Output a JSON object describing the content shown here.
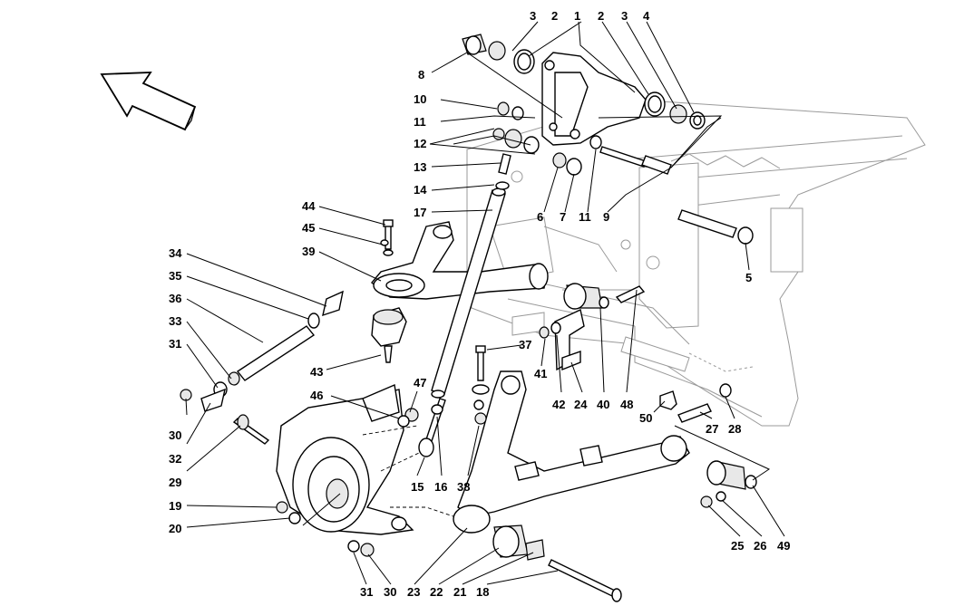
{
  "diagram": {
    "callouts": [
      {
        "id": "c1",
        "text": "1"
      },
      {
        "id": "c2a",
        "text": "2"
      },
      {
        "id": "c2b",
        "text": "2"
      },
      {
        "id": "c3a",
        "text": "3"
      },
      {
        "id": "c3b",
        "text": "3"
      },
      {
        "id": "c4",
        "text": "4"
      },
      {
        "id": "c5",
        "text": "5"
      },
      {
        "id": "c6",
        "text": "6"
      },
      {
        "id": "c7",
        "text": "7"
      },
      {
        "id": "c8",
        "text": "8"
      },
      {
        "id": "c9",
        "text": "9"
      },
      {
        "id": "c10",
        "text": "10"
      },
      {
        "id": "c11a",
        "text": "11"
      },
      {
        "id": "c11b",
        "text": "11"
      },
      {
        "id": "c12",
        "text": "12"
      },
      {
        "id": "c13",
        "text": "13"
      },
      {
        "id": "c14",
        "text": "14"
      },
      {
        "id": "c15",
        "text": "15"
      },
      {
        "id": "c16",
        "text": "16"
      },
      {
        "id": "c17",
        "text": "17"
      },
      {
        "id": "c18",
        "text": "18"
      },
      {
        "id": "c19",
        "text": "19"
      },
      {
        "id": "c20",
        "text": "20"
      },
      {
        "id": "c21",
        "text": "21"
      },
      {
        "id": "c22",
        "text": "22"
      },
      {
        "id": "c23",
        "text": "23"
      },
      {
        "id": "c24",
        "text": "24"
      },
      {
        "id": "c25",
        "text": "25"
      },
      {
        "id": "c26",
        "text": "26"
      },
      {
        "id": "c27",
        "text": "27"
      },
      {
        "id": "c28",
        "text": "28"
      },
      {
        "id": "c29",
        "text": "29"
      },
      {
        "id": "c30a",
        "text": "30"
      },
      {
        "id": "c30b",
        "text": "30"
      },
      {
        "id": "c31a",
        "text": "31"
      },
      {
        "id": "c31b",
        "text": "31"
      },
      {
        "id": "c32",
        "text": "32"
      },
      {
        "id": "c33",
        "text": "33"
      },
      {
        "id": "c34",
        "text": "34"
      },
      {
        "id": "c35",
        "text": "35"
      },
      {
        "id": "c36",
        "text": "36"
      },
      {
        "id": "c37",
        "text": "37"
      },
      {
        "id": "c38",
        "text": "38"
      },
      {
        "id": "c39",
        "text": "39"
      },
      {
        "id": "c40",
        "text": "40"
      },
      {
        "id": "c41",
        "text": "41"
      },
      {
        "id": "c42",
        "text": "42"
      },
      {
        "id": "c43",
        "text": "43"
      },
      {
        "id": "c44",
        "text": "44"
      },
      {
        "id": "c45",
        "text": "45"
      },
      {
        "id": "c46",
        "text": "46"
      },
      {
        "id": "c47",
        "text": "47"
      },
      {
        "id": "c48",
        "text": "48"
      },
      {
        "id": "c49",
        "text": "49"
      },
      {
        "id": "c50",
        "text": "50"
      }
    ],
    "colors": {
      "ink": "#000000",
      "ghost": "#9a9a9a",
      "background": "#ffffff"
    },
    "icons": {
      "direction": "arrow-up-left-icon"
    }
  }
}
